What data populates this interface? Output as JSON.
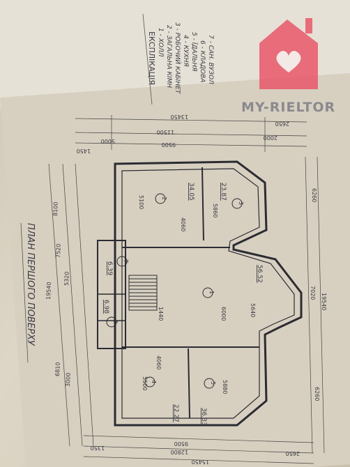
{
  "legend": {
    "title": "ЕКСПЛІКАЦІЯ",
    "items": [
      "1 - ХОЛЛ",
      "2 - ЗАГАЛЬНА КІМН",
      "3 - РОБОЧИЙ КАБІНЕТ",
      "4 - КУХНЯ",
      "5 - ЇДАЛЬНЯ",
      "6 - КЛАДОВА",
      "7 - САН. ВУЗОЛ"
    ]
  },
  "plan_title": "ПЛАН ПЕРШОГО ПОВЕРХУ",
  "watermark": {
    "text": "MY-RIELTOR",
    "color": "#e8576a"
  },
  "rooms": [
    {
      "num": "1",
      "area": "56.52"
    },
    {
      "num": "2",
      "area": "34.05"
    },
    {
      "num": "3",
      "area": "23.87"
    },
    {
      "num": "4",
      "area": "22.27"
    },
    {
      "num": "5",
      "area": "36.33"
    },
    {
      "num": "6",
      "area": "6.98"
    },
    {
      "num": "7",
      "area": "6.39"
    }
  ],
  "dimensions": {
    "top_overall": "13450",
    "top_a": "11500",
    "top_b": "2650",
    "top_c": "9500",
    "top_d": "2000",
    "top_e": "5000",
    "top_f": "1450",
    "bottom_overall": "15450",
    "bottom_a": "12800",
    "bottom_b": "9500",
    "bottom_c": "2650",
    "bottom_d": "1350",
    "left_overall": "19540",
    "left_a": "8100",
    "left_b": "7520",
    "left_c": "5320",
    "left_d": "6810",
    "left_e": "3000",
    "right_overall": "19540",
    "right_a": "6260",
    "right_b": "7020",
    "right_c": "6260",
    "inner_a": "6000",
    "inner_b": "5640",
    "inner_c": "4060",
    "inner_d": "5860",
    "inner_e": "5880",
    "inner_f": "4060",
    "inner_g": "5500",
    "inner_h": "1440",
    "inner_i": "5100"
  }
}
